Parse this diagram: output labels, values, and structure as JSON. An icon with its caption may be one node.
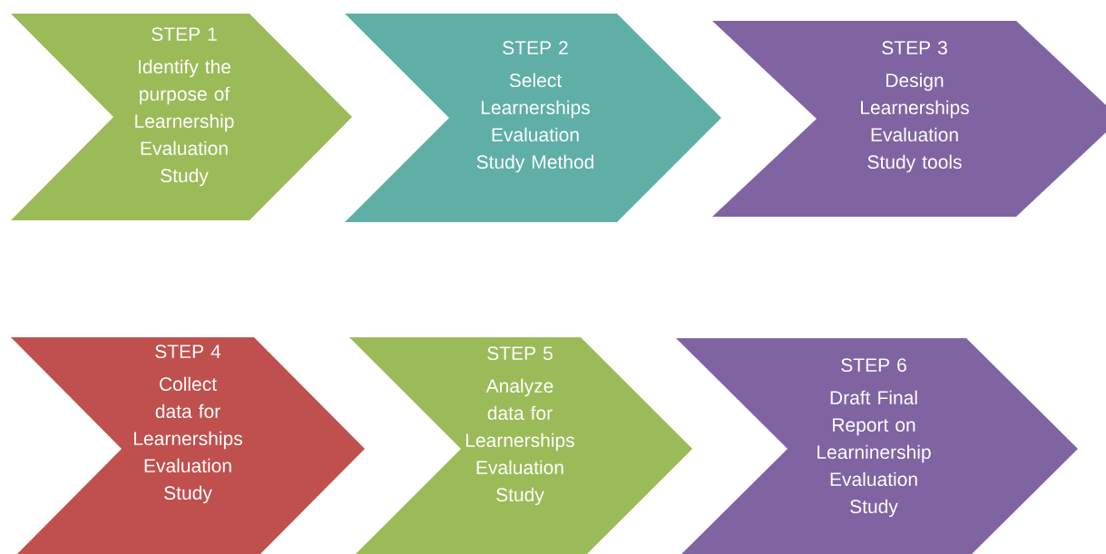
{
  "diagram": {
    "nodes": [
      {
        "text": [
          "STEP 1",
          "Identify the purpose of Learnership Evaluation Study"
        ]
      },
      {
        "text": [
          "STEP 2",
          "Select Learnerships Evaluation Study  Method"
        ]
      },
      {
        "text": [
          "STEP 3",
          "Design Learnerships Evaluation Study tools"
        ]
      },
      {
        "text": [
          "STEP 4",
          "Collect data for Learnerships Evaluation Study"
        ]
      },
      {
        "text": [
          "STEP 5",
          "Analyze data for Learnerships Evaluation Study"
        ]
      },
      {
        "text": [
          "STEP 6",
          "Draft  Final Report on Learninership Evaluation Study"
        ]
      }
    ]
  }
}
